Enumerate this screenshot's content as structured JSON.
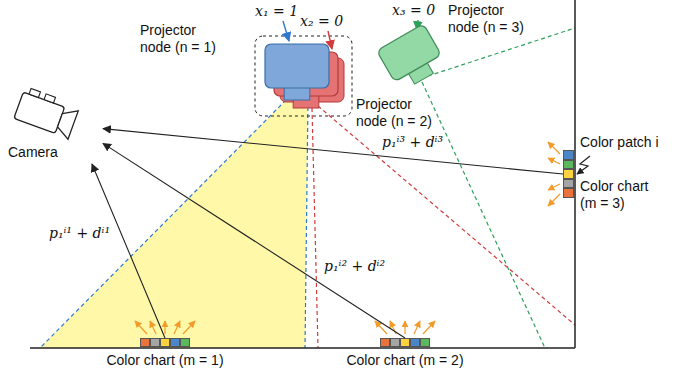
{
  "diagram": {
    "nodes": [
      {
        "text": [
          "Projector node (n = 1)"
        ]
      },
      {
        "text": [
          "Projector node (n = 2)"
        ]
      },
      {
        "text": [
          "Projector node (n = 3)"
        ]
      },
      {
        "text": [
          "Camera"
        ]
      },
      {
        "text": [
          "Color chart (m = 1)"
        ]
      },
      {
        "text": [
          "Color chart (m = 2)"
        ]
      },
      {
        "text": [
          "Color chart (m = 3)"
        ]
      }
    ],
    "edges": [
      {
        "from": 4,
        "to": 3,
        "arrow": "to",
        "label": "p₁ⁱ¹ + dⁱ¹"
      },
      {
        "from": 5,
        "to": 3,
        "arrow": "to",
        "label": "p₁ⁱ² + dⁱ²"
      },
      {
        "from": 6,
        "to": 3,
        "arrow": "to",
        "label": "p₁ⁱ³ + dⁱ³"
      }
    ],
    "labels": [
      "x₁ = 1",
      "x₂ = 0",
      "x₃ = 0",
      "Color patch i"
    ]
  }
}
